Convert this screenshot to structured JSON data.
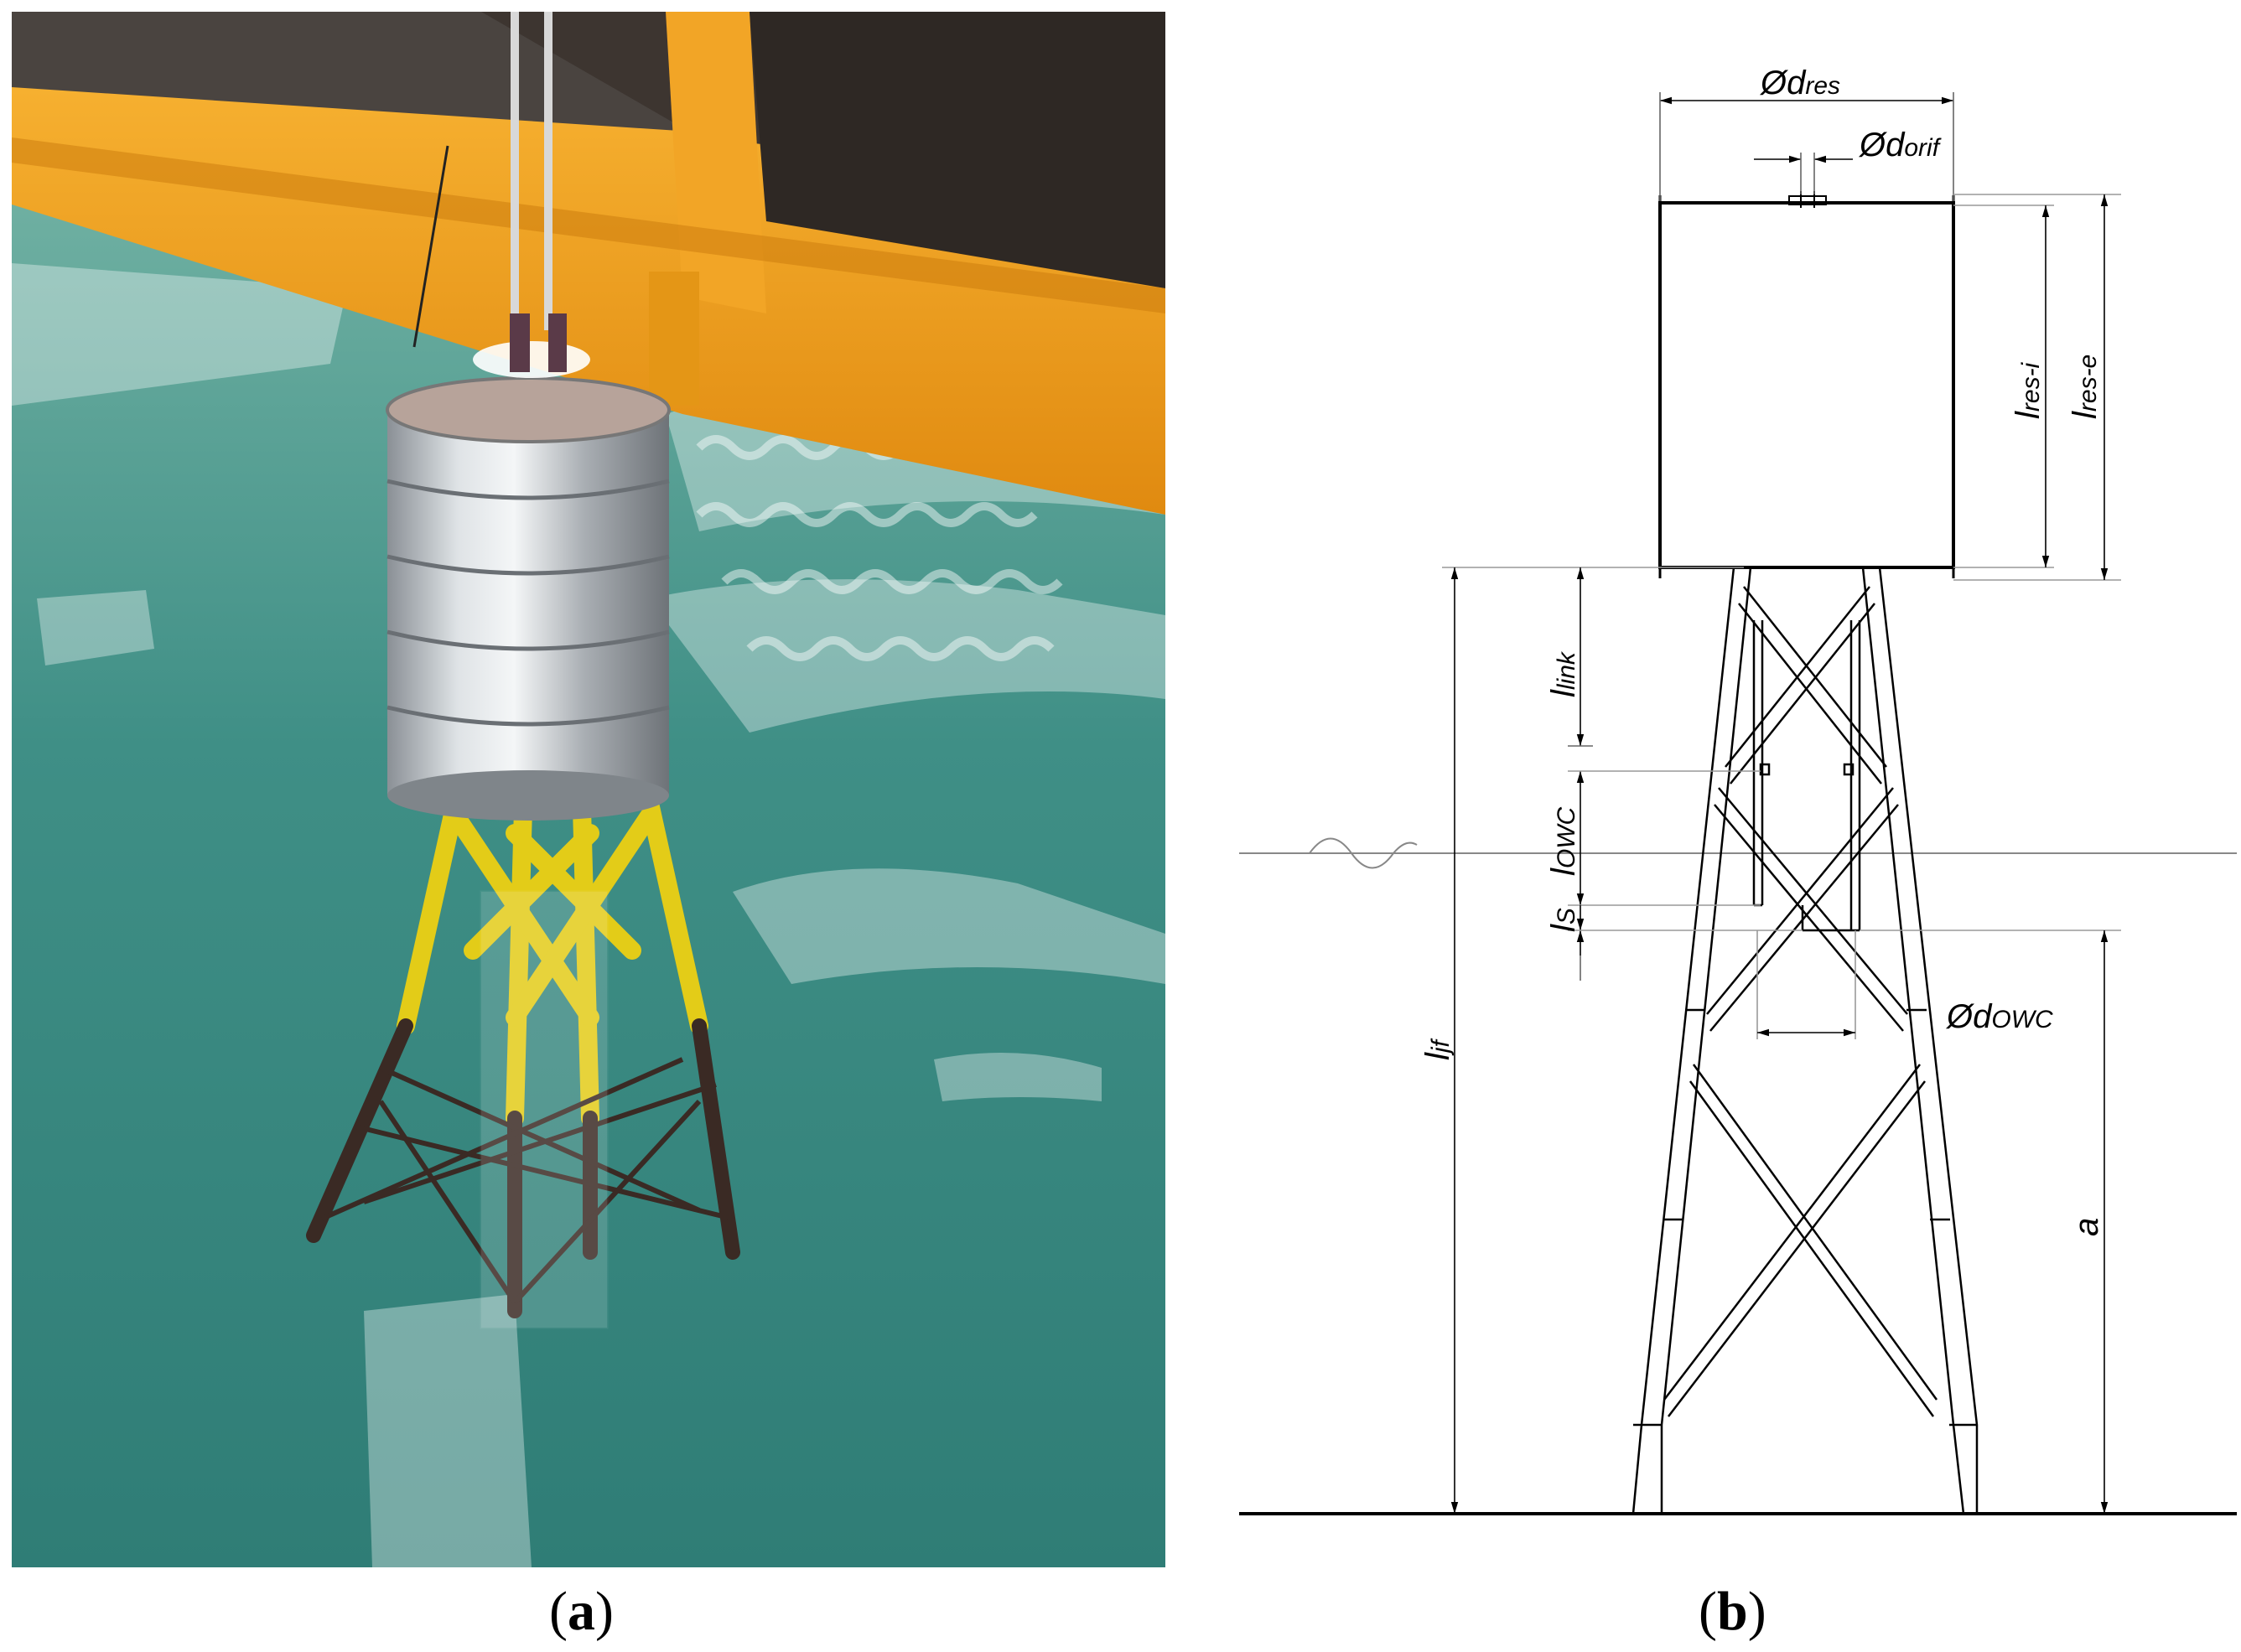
{
  "captions": {
    "a_open": "(",
    "a_letter": "a",
    "a_close": ")",
    "b_open": "(",
    "b_letter": "b",
    "b_close": ")"
  },
  "labels": {
    "d_res": {
      "main": "Ød",
      "sub": "res"
    },
    "d_orif": {
      "main": "Ød",
      "sub": "orif"
    },
    "l_res_i": {
      "main": "l",
      "sub": "res-i"
    },
    "l_res_e": {
      "main": "l",
      "sub": "res-e"
    },
    "l_link": {
      "main": "l",
      "sub": "link"
    },
    "l_owc": {
      "main": "l",
      "sub": "OWC"
    },
    "l_s": {
      "main": "l",
      "sub": "S"
    },
    "l_jf": {
      "main": "l",
      "sub": "jf"
    },
    "d_owc": {
      "main": "Ød",
      "sub": "OWC"
    },
    "a": {
      "main": "a"
    }
  },
  "colors": {
    "water": "#3f8f86",
    "frame_orange": "#f0a020",
    "jacket_yellow": "#e8d020",
    "jacket_dark": "#3a2a24",
    "steel": "#b8bcc0",
    "line": "#000000"
  }
}
